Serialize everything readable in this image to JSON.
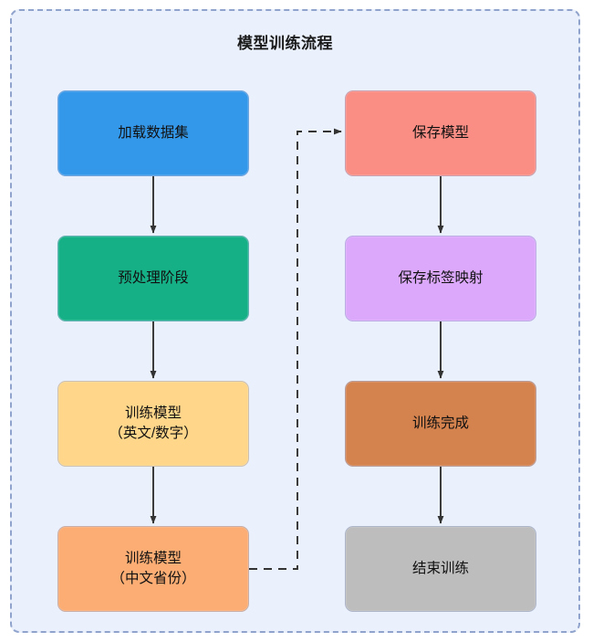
{
  "diagram": {
    "title": "模型训练流程",
    "type": "flowchart",
    "orientation": "two-column top-to-bottom, wrapping left column to right column",
    "container": {
      "background_color": "#eaf0fc",
      "border_style": "dashed",
      "border_color": "#8fa3cc"
    },
    "nodes": [
      {
        "id": "load-dataset",
        "lines": [
          "加载数据集"
        ],
        "color": "#3498ea",
        "column": "left",
        "row": 1
      },
      {
        "id": "preprocess-stage",
        "lines": [
          "预处理阶段"
        ],
        "color": "#16b087",
        "column": "left",
        "row": 2
      },
      {
        "id": "train-model-en-digit",
        "lines": [
          "训练模型",
          "（英文/数字）"
        ],
        "color": "#ffd68a",
        "column": "left",
        "row": 3
      },
      {
        "id": "train-model-cn-province",
        "lines": [
          "训练模型",
          "（中文省份）"
        ],
        "color": "#fbad74",
        "column": "left",
        "row": 4
      },
      {
        "id": "save-model",
        "lines": [
          "保存模型"
        ],
        "color": "#fb8e84",
        "column": "right",
        "row": 1
      },
      {
        "id": "save-label-mapping",
        "lines": [
          "保存标签映射"
        ],
        "color": "#dba8fb",
        "column": "right",
        "row": 2
      },
      {
        "id": "training-complete",
        "lines": [
          "训练完成"
        ],
        "color": "#d4824e",
        "column": "right",
        "row": 3
      },
      {
        "id": "end-training",
        "lines": [
          "结束训练"
        ],
        "color": "#bdbdbd",
        "column": "right",
        "row": 4
      }
    ],
    "edges": [
      {
        "from": "load-dataset",
        "to": "preprocess-stage",
        "style": "solid",
        "arrow": true
      },
      {
        "from": "preprocess-stage",
        "to": "train-model-en-digit",
        "style": "solid",
        "arrow": true
      },
      {
        "from": "train-model-en-digit",
        "to": "train-model-cn-province",
        "style": "solid",
        "arrow": true
      },
      {
        "from": "train-model-cn-province",
        "to": "save-model",
        "style": "dashed",
        "arrow": true
      },
      {
        "from": "save-model",
        "to": "save-label-mapping",
        "style": "solid",
        "arrow": true
      },
      {
        "from": "save-label-mapping",
        "to": "training-complete",
        "style": "solid",
        "arrow": true
      },
      {
        "from": "training-complete",
        "to": "end-training",
        "style": "solid",
        "arrow": true
      }
    ],
    "edge_color": "#333333"
  }
}
